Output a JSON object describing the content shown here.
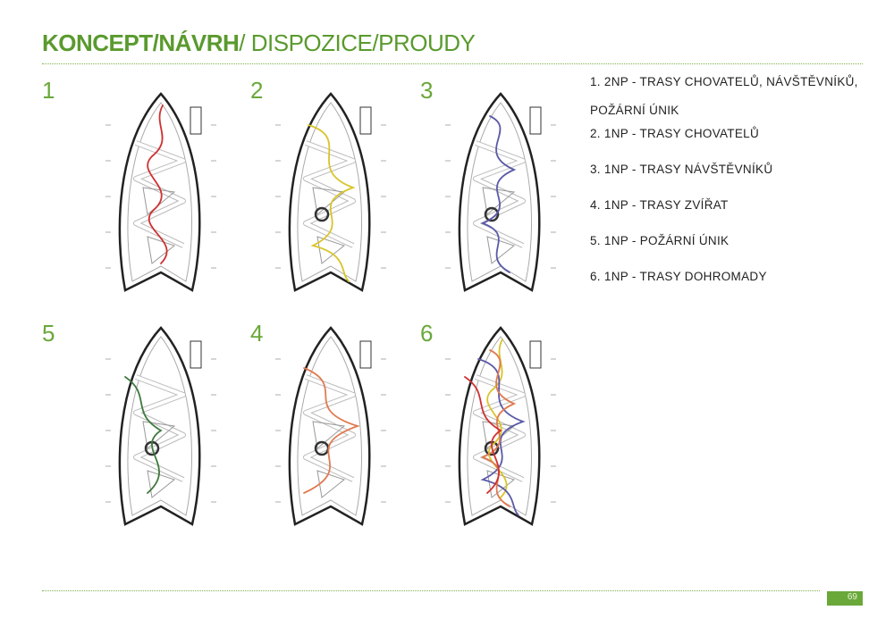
{
  "title": {
    "bold": "KONCEPT/NÁVRH",
    "light": "/ DISPOZICE/PROUDY"
  },
  "colors": {
    "accent": "#6aa83a",
    "yellow": "#d8c42a",
    "blue": "#5a5aa8",
    "orange": "#e07a50",
    "green": "#3d7a3d",
    "red": "#d03030"
  },
  "panels": [
    {
      "number": "1",
      "routes": [
        "red"
      ]
    },
    {
      "number": "2",
      "routes": [
        "yellow"
      ]
    },
    {
      "number": "3",
      "routes": [
        "blue"
      ]
    },
    {
      "number": "5",
      "routes": [
        "green"
      ]
    },
    {
      "number": "4",
      "routes": [
        "orange"
      ]
    },
    {
      "number": "6",
      "routes": [
        "yellow",
        "blue",
        "orange",
        "red"
      ]
    }
  ],
  "legend": [
    "1. 2NP - TRASY CHOVATELŮ, NÁVŠTĚVNÍKŮ,",
    "POŽÁRNÍ ÚNIK",
    "2. 1NP - TRASY CHOVATELŮ",
    "3. 1NP - TRASY NÁVŠTĚVNÍKŮ",
    "4. 1NP - TRASY ZVÍŘAT",
    "5. 1NP - POŽÁRNÍ ÚNIK",
    "6. 1NP - TRASY DOHROMADY"
  ],
  "page_number": "69"
}
